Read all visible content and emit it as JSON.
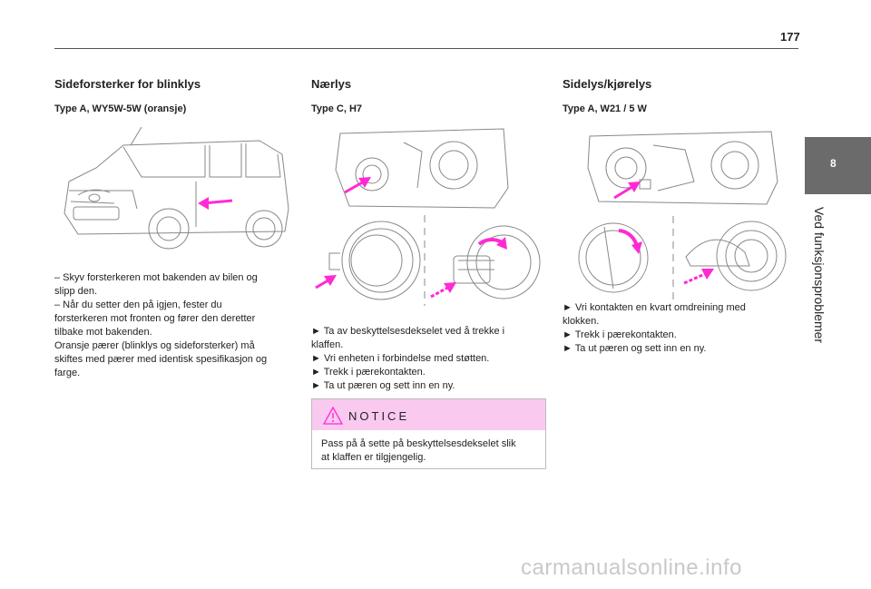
{
  "page_number": "177",
  "side_tab": {
    "chapter_number": "8",
    "chapter_title": "Ved funksjonsproblemer"
  },
  "col1": {
    "heading": "Sideforsterker for blinklys",
    "subheading": "Type A, WY5W-5W (oransje)",
    "lines": [
      "–  Skyv forsterkeren mot bakenden av bilen og",
      "slipp den.",
      "–  Når du setter den på igjen, fester du",
      "forsterkeren mot fronten og fører den deretter",
      "tilbake mot bakenden.",
      "Oransje pærer (blinklys og sideforsterker) må",
      "skiftes med pærer med identisk spesifikasjon og",
      "farge."
    ]
  },
  "col2": {
    "heading": "Nærlys",
    "subheading": "Type C, H7",
    "lines": [
      "►  Ta av beskyttelsesdekselet ved å trekke i",
      "klaffen.",
      "►   Vri enheten i forbindelse med støtten.",
      "►  Trekk i pærekontakten.",
      "►  Ta ut pæren og sett inn en ny."
    ],
    "notice_title": "NOTICE",
    "notice_lines": [
      "Pass på å sette på beskyttelsesdekselet slik",
      "at klaffen er tilgjengelig."
    ]
  },
  "col3": {
    "heading": "Sidelys/kjørelys",
    "subheading": "Type A, W21 / 5 W",
    "lines": [
      "►  Vri kontakten en kvart omdreining med",
      "klokken.",
      "►  Trekk i pærekontakten.",
      "►  Ta ut pæren og sett inn en ny."
    ]
  },
  "footer": "carmanualsonline.info",
  "colors": {
    "accent_pink": "#ff2ad4",
    "notice_bg": "#f9c9f0",
    "tab_gray": "#6b6b6b"
  }
}
